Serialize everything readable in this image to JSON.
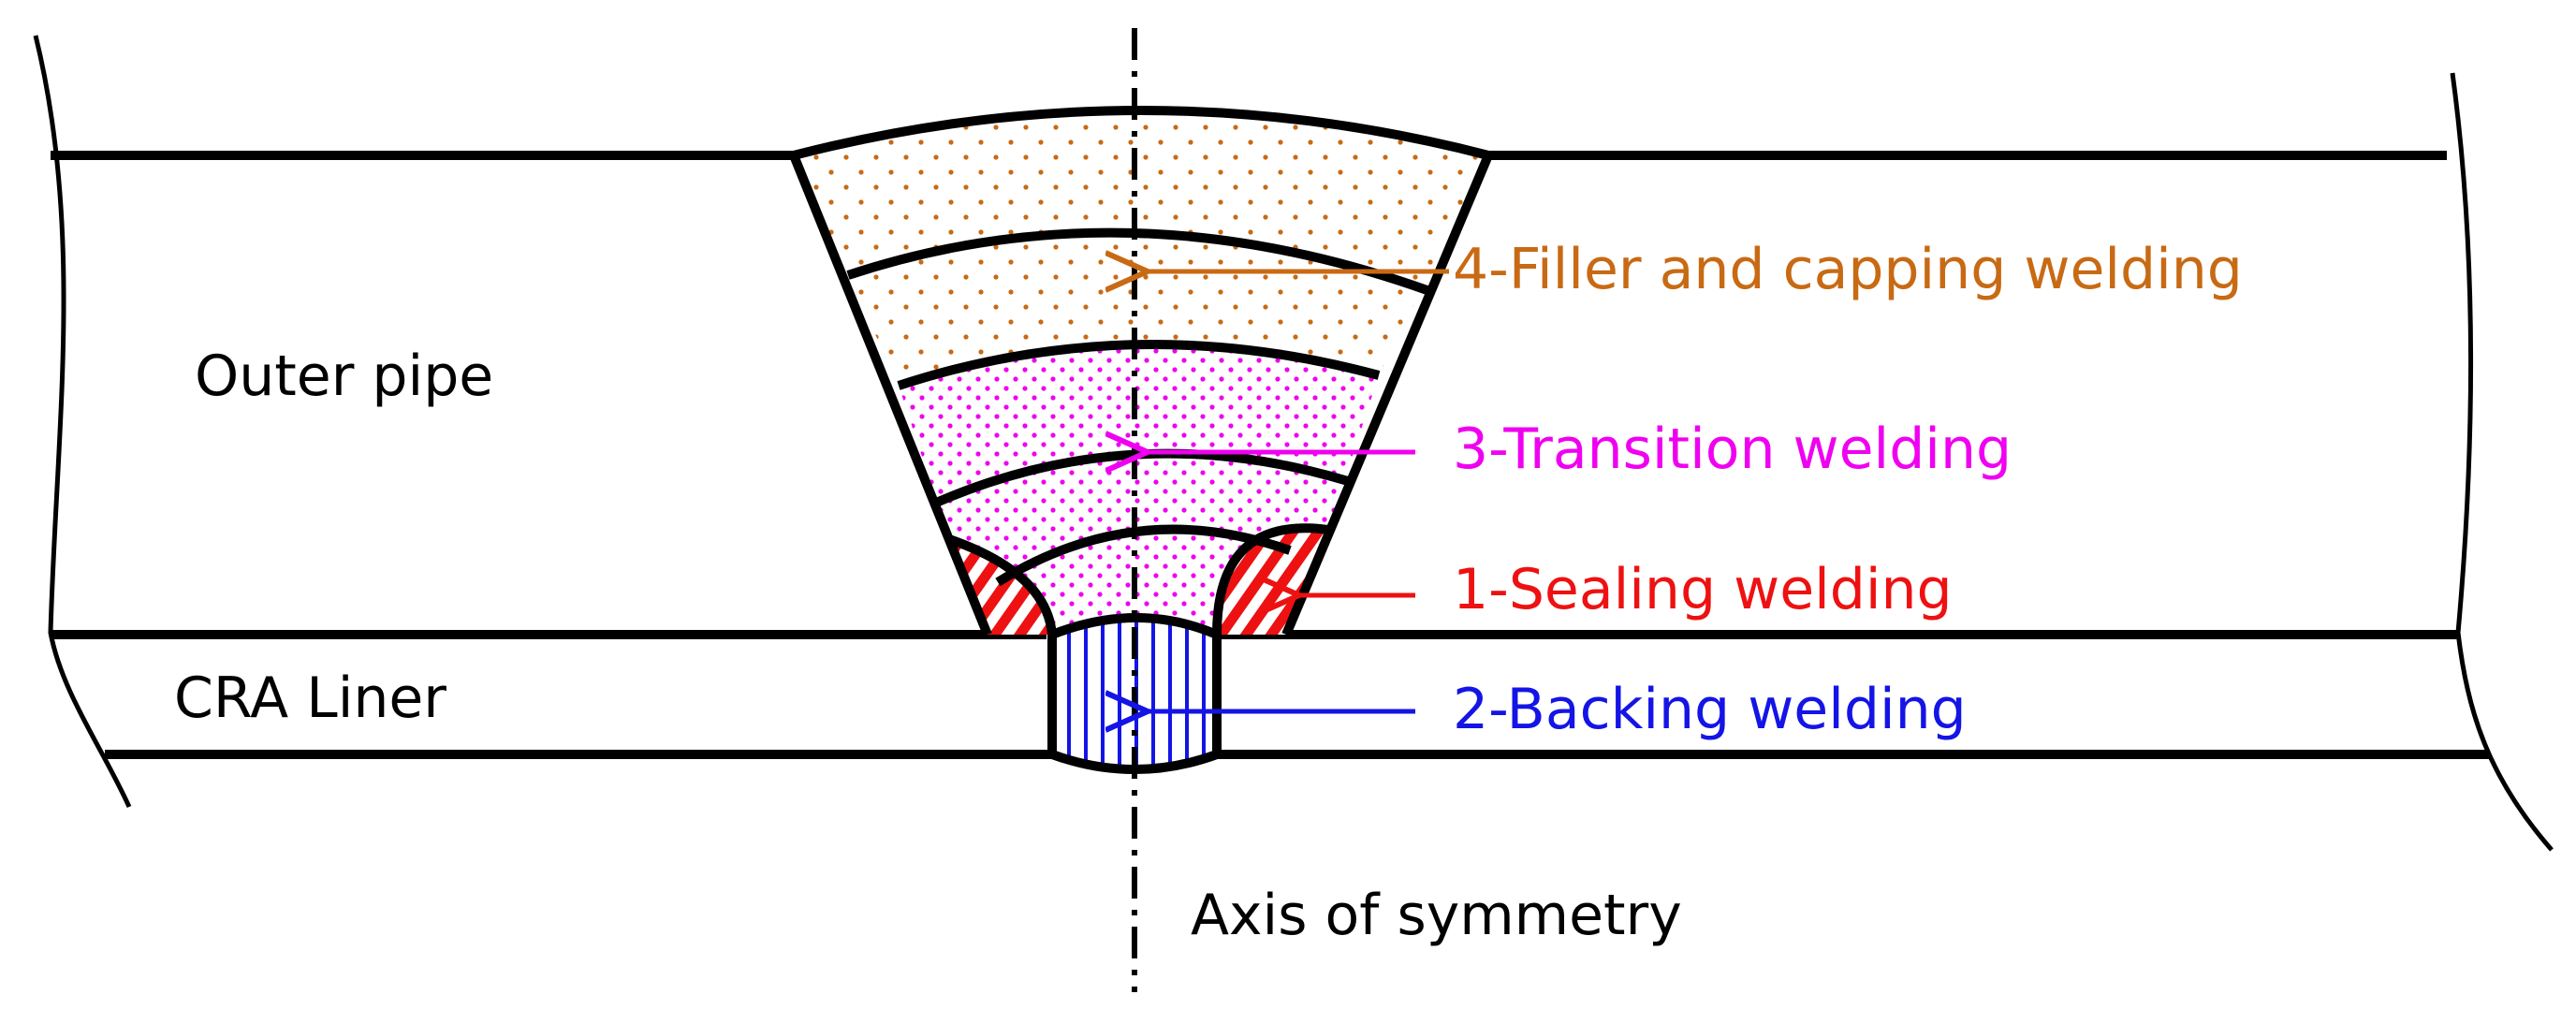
{
  "labels": {
    "outer_pipe": "Outer pipe",
    "cra_liner": "CRA Liner",
    "axis": "Axis of symmetry",
    "filler_capping": "4-Filler and capping welding",
    "transition": "3-Transition welding",
    "sealing": "1-Sealing welding",
    "backing": "2-Backing welding"
  },
  "colors": {
    "line": "#000000",
    "filler_capping": "#c86a14",
    "transition": "#f000f0",
    "sealing": "#ee1111",
    "backing": "#1414e6"
  }
}
